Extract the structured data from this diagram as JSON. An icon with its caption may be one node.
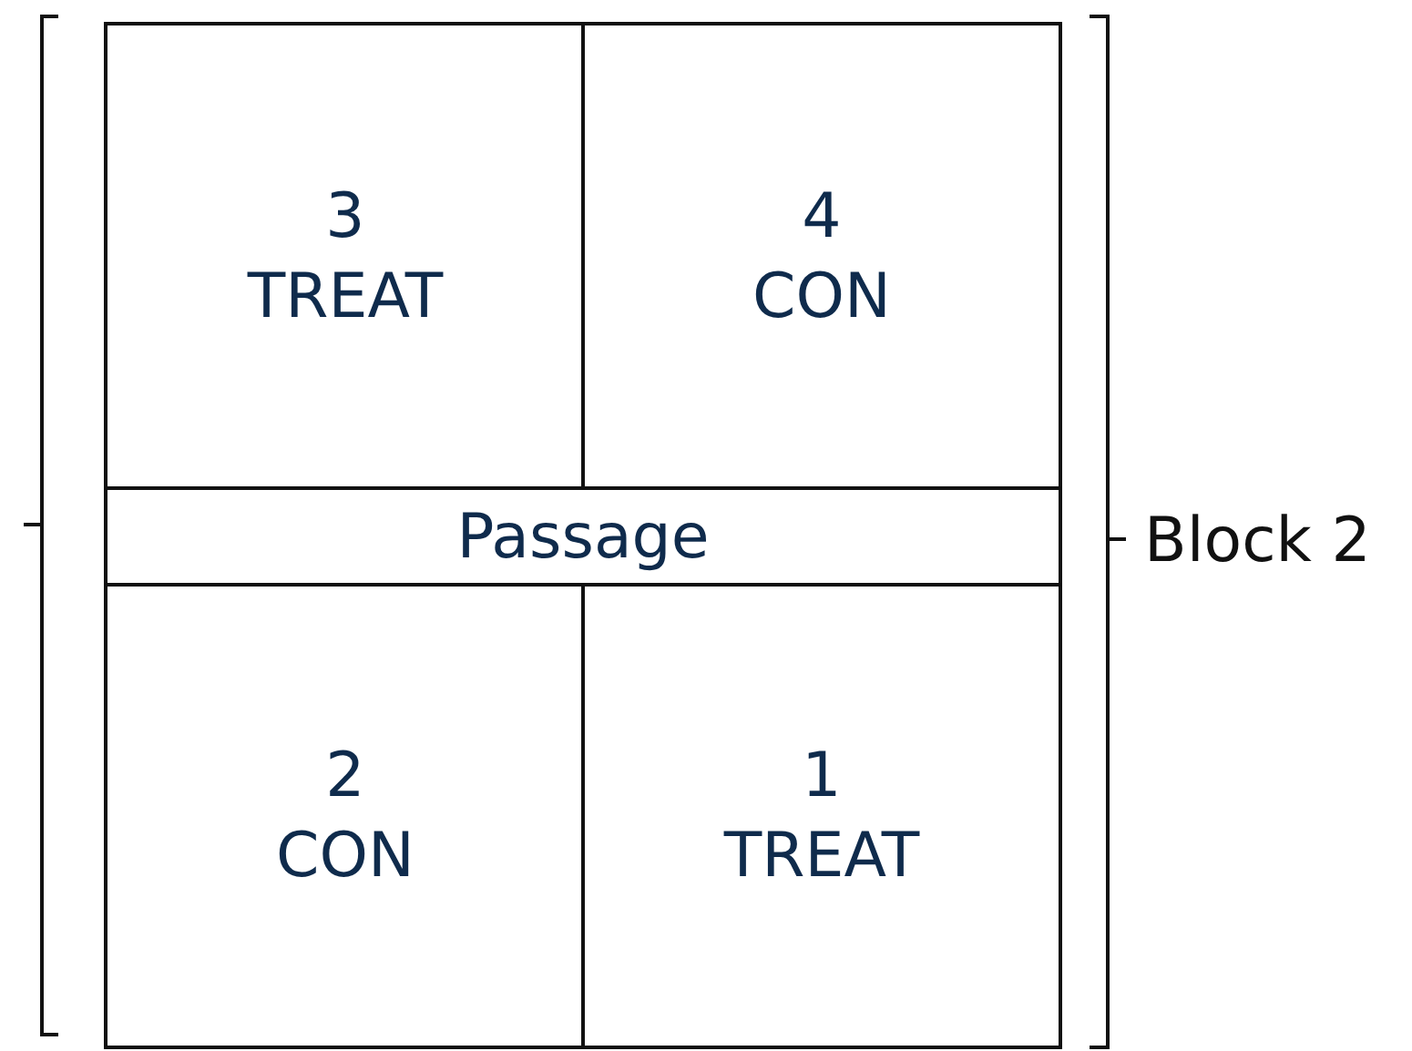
{
  "diagram": {
    "nodes": [
      {
        "text": [
          "3",
          "TREAT"
        ]
      },
      {
        "text": [
          "4",
          "CON"
        ]
      },
      {
        "text": [
          "Passage"
        ]
      },
      {
        "text": [
          "2",
          "CON"
        ]
      },
      {
        "text": [
          "1",
          "TREAT"
        ]
      }
    ],
    "labels": [
      "Block 2"
    ]
  }
}
